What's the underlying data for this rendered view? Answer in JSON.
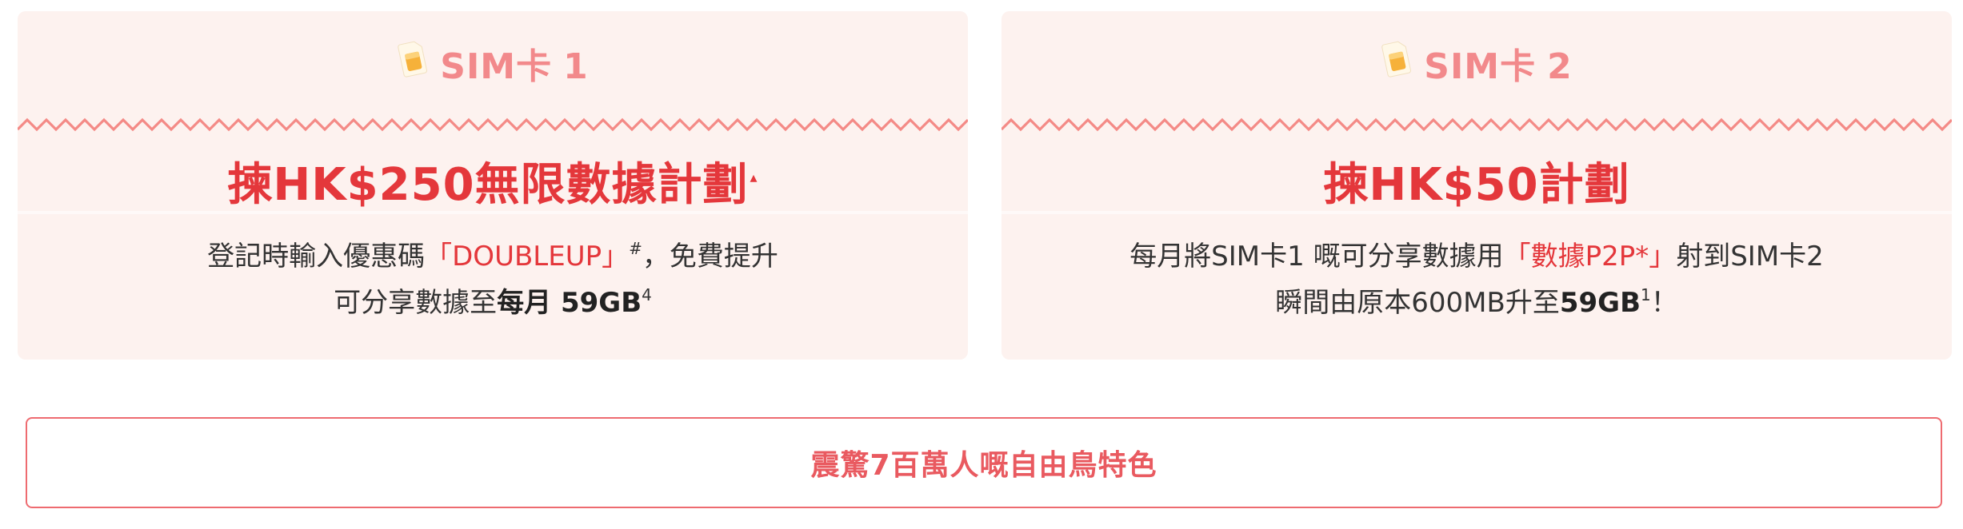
{
  "colors": {
    "card_bg": "#fdf2ef",
    "zigzag": "#f48a86",
    "accent_red": "#e4373b",
    "header_pink": "#f2898b",
    "cta_border": "#ee6b70"
  },
  "cards": [
    {
      "icon": "sim-card-icon",
      "sim_label": "SIM卡",
      "sim_number": "1",
      "plan_title": "揀HK$250無限數據計劃",
      "plan_title_mark": "▴",
      "desc_line1_pre": "登記時輸入優惠碼",
      "desc_line1_code": "「DOUBLEUP」",
      "desc_line1_sup": "#",
      "desc_line1_post": "，免費提升",
      "desc_line2_pre": "可分享數據至",
      "desc_line2_bold": "每月 59GB",
      "desc_line2_sup": "4"
    },
    {
      "icon": "sim-card-icon",
      "sim_label": "SIM卡",
      "sim_number": "2",
      "plan_title": "揀HK$50計劃",
      "desc_line1_pre": "每月將SIM卡1 嘅可分享數據用",
      "desc_line1_code": "「數據P2P*」",
      "desc_line1_post": "射到SIM卡2",
      "desc_line2_pre": "瞬間由原本600MB升至",
      "desc_line2_bold": "59GB",
      "desc_line2_sup": "1",
      "desc_line2_post": "！"
    }
  ],
  "cta": {
    "label": "震驚7百萬人嘅自由鳥特色"
  }
}
